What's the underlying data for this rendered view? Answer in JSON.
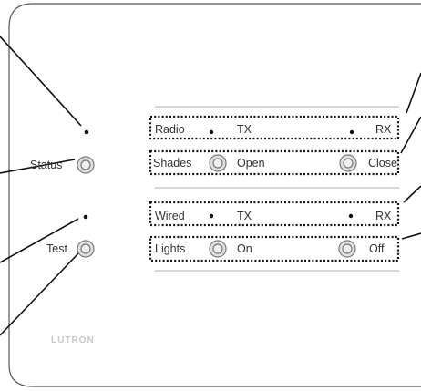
{
  "left_panel": {
    "status_label": "Status",
    "test_label": "Test"
  },
  "indicator_rows": [
    {
      "label": "Radio",
      "left_text": "TX",
      "right_text": "RX"
    },
    {
      "label": "Shades",
      "left_text": "Open",
      "right_text": "Close"
    },
    {
      "label": "Wired",
      "left_text": "TX",
      "right_text": "RX"
    },
    {
      "label": "Lights",
      "left_text": "On",
      "right_text": "Off"
    }
  ],
  "brand": {
    "logo_text": "LUTRON"
  }
}
